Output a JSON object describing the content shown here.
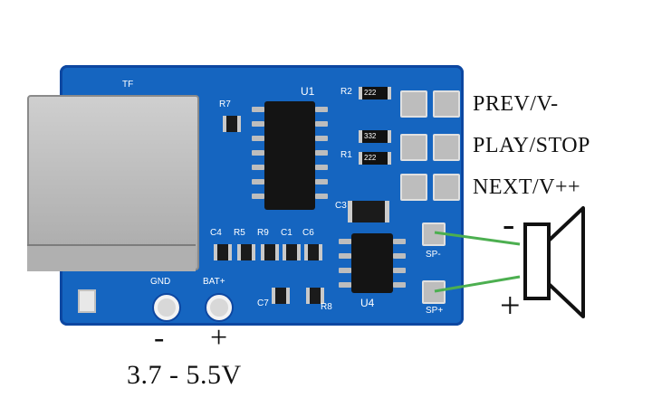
{
  "labels": {
    "prev": "PREV/V-",
    "play": "PLAY/STOP",
    "next": "NEXT/V++",
    "voltage": "3.7 - 5.5V",
    "gnd_sign": "-",
    "bat_sign": "+",
    "sp_minus_sign": "-",
    "sp_plus_sign": "+"
  },
  "silkscreen": {
    "tf": "TF",
    "u1": "U1",
    "u4": "U4",
    "r7": "R7",
    "c4": "C4",
    "r5": "R5",
    "r9": "R9",
    "c1": "C1",
    "c6": "C6",
    "c7": "C7",
    "r8": "R8",
    "r2": "R2",
    "r1": "R1",
    "c3": "C3",
    "gnd": "GND",
    "bat": "BAT+",
    "sp_minus": "SP-",
    "sp_plus": "SP+",
    "r_222_a": "222",
    "r_332": "332",
    "r_222_b": "222"
  },
  "colors": {
    "pcb": "#1565c0",
    "wire": "#4caf50"
  }
}
